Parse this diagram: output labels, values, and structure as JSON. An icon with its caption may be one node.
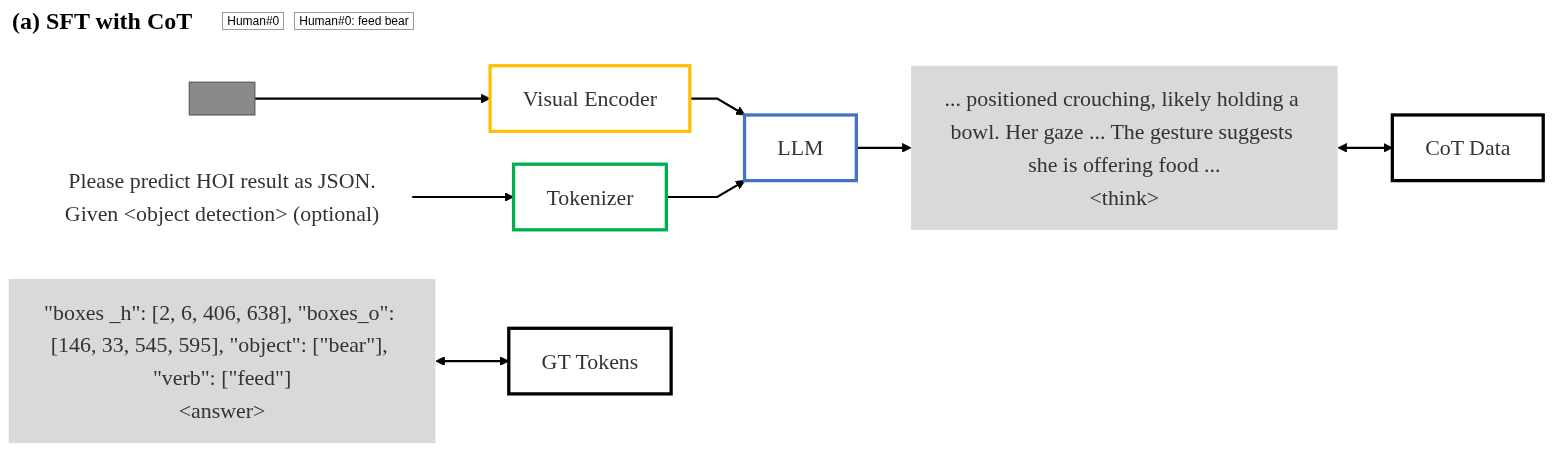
{
  "diagram": {
    "title": "(a) SFT with CoT",
    "nodes": [
      {
        "text": [],
        "shape": "picture"
      },
      {
        "text": [
          "LLM"
        ]
      },
      {
        "text": [
          "Visual Encoder"
        ]
      },
      {
        "text": [
          "Tokenizer"
        ]
      },
      {
        "text": [
          "Please predict HOI result as JSON.",
          "Given <object detection> (optional)"
        ]
      },
      {
        "text": [
          "... positioned crouching, likely holding a bowl. Her gaze ... The gesture suggests she is offering food ...",
          "<think>"
        ]
      },
      {
        "text": [
          "\"boxes _h\": [2, 6, 406, 638], \"boxes_o\": [146, 33, 545, 595], \"object\": [\"bear\"], \"verb\": [\"feed\"]",
          "<answer>"
        ]
      },
      {
        "text": [
          "CoT Data"
        ]
      },
      {
        "text": [
          "GT Tokens"
        ]
      }
    ],
    "edges": [
      {
        "from": 0,
        "to": 2,
        "arrow": "to"
      },
      {
        "from": 2,
        "to": 1,
        "arrow": "to"
      },
      {
        "from": 4,
        "to": 3,
        "arrow": "to"
      },
      {
        "from": 3,
        "to": 1,
        "arrow": "to"
      },
      {
        "from": 1,
        "to": 5,
        "arrow": "to"
      },
      {
        "from": 5,
        "to": 7,
        "arrow": "both"
      },
      {
        "from": 6,
        "to": 8,
        "arrow": "both"
      }
    ],
    "labels": [
      "Human#0",
      "Human#0: feed bear"
    ]
  }
}
